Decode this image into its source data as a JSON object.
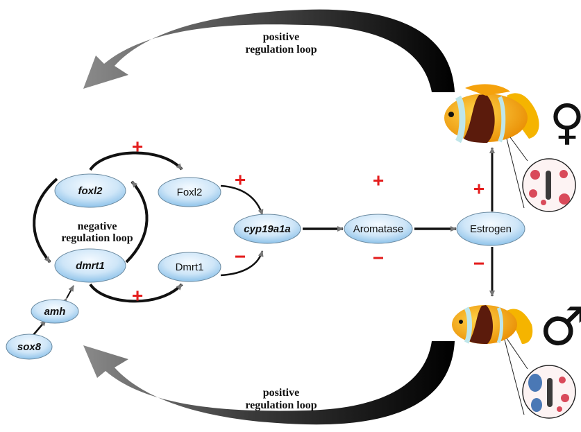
{
  "loops": {
    "top_label_line1": "positive",
    "top_label_line2": "regulation loop",
    "bottom_label_line1": "positive",
    "bottom_label_line2": "regulation loop",
    "center_label_line1": "negative",
    "center_label_line2": "regulation loop"
  },
  "nodes": {
    "foxl2_gene": "foxl2",
    "foxl2_protein": "Foxl2",
    "dmrt1_gene": "dmrt1",
    "dmrt1_protein": "Dmrt1",
    "cyp19a1a": "cyp19a1a",
    "aromatase": "Aromatase",
    "estrogen": "Estrogen",
    "amh": "amh",
    "sox8": "sox8"
  },
  "signs": {
    "foxl2_translation": "+",
    "dmrt1_translation": "+",
    "foxl2_to_cyp": "+",
    "dmrt1_to_cyp": "−",
    "aromatase_up": "+",
    "aromatase_down": "−",
    "estrogen_to_female": "+",
    "estrogen_to_male": "−"
  },
  "sex_symbols": {
    "female": "♀",
    "male": "♂"
  },
  "colors": {
    "node_fill_light": "#e8f3fc",
    "node_fill_dark": "#8fc3ea",
    "sign_red": "#e41e1e",
    "fish_orange": "#f5a20c",
    "fish_dark": "#5b1b0c"
  }
}
